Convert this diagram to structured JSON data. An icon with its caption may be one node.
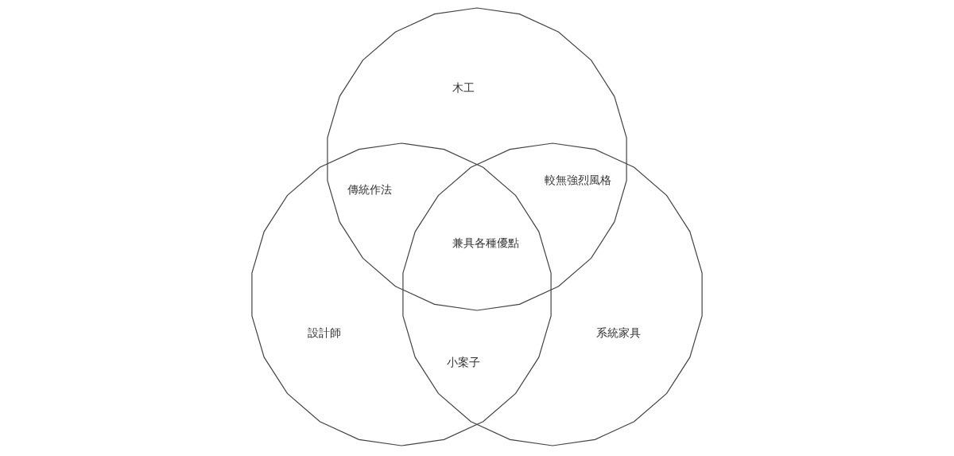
{
  "diagram": {
    "nodes": [
      {
        "text": [
          "木工"
        ]
      },
      {
        "text": [
          "設計師"
        ]
      },
      {
        "text": [
          "系統家具"
        ]
      }
    ],
    "labels": [
      "傳統作法",
      "較無強烈風格",
      "兼具各種優點",
      "小案子"
    ]
  }
}
